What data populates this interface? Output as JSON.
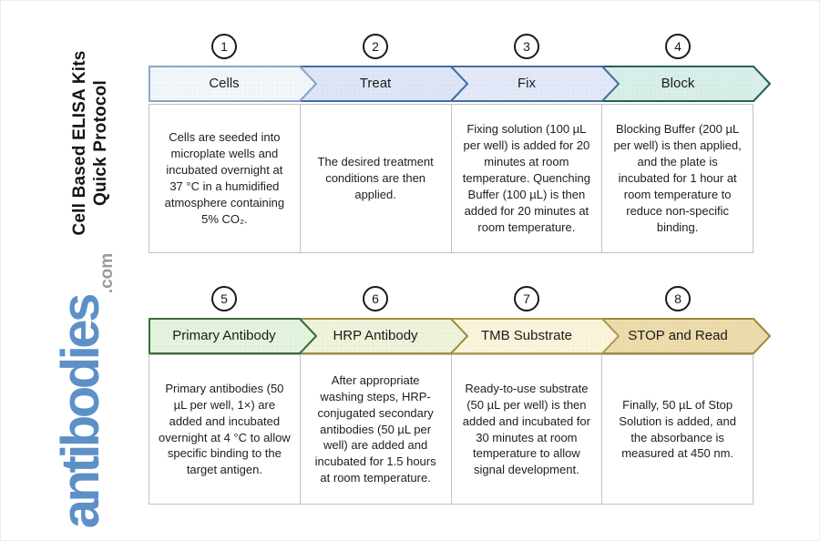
{
  "sidebar": {
    "title": {
      "line1": "Cell Based ELISA Kits",
      "line2": "Quick Protocol"
    },
    "logo": {
      "text": "antibodies",
      "suffix": ".com",
      "text_color": "#5d90c7",
      "suffix_color": "#9a9a9a"
    }
  },
  "palette": {
    "circle_border": "#1a1a1a",
    "box_border": "#c2c2c2",
    "body_text": "#1d1d1d"
  },
  "rows": [
    {
      "steps": [
        {
          "number": "1",
          "label": "Cells",
          "fill": "#f1f6fb",
          "stroke": "#8aa6c6",
          "description": "Cells are seeded into microplate wells and incubated overnight at 37 °C in a humidified atmosphere containing 5% CO₂."
        },
        {
          "number": "2",
          "label": "Treat",
          "fill": "#dde5f6",
          "stroke": "#3f6da3",
          "description": "The desired treatment conditions are then applied."
        },
        {
          "number": "3",
          "label": "Fix",
          "fill": "#e2e8f8",
          "stroke": "#486f9e",
          "description": "Fixing solution (100 µL per well) is added for 20 minutes at room temperature. Quenching Buffer (100 µL) is then added for 20 minutes at room temperature."
        },
        {
          "number": "4",
          "label": "Block",
          "fill": "#d7efe8",
          "stroke": "#265f5b",
          "description": "Blocking Buffer (200 µL per well) is then applied, and the plate is incubated for 1 hour at room temperature to reduce non-specific binding."
        }
      ]
    },
    {
      "steps": [
        {
          "number": "5",
          "label": "Primary Antibody",
          "fill": "#e4f3e0",
          "stroke": "#3a6b3a",
          "description": "Primary antibodies (50 µL per well, 1×) are added and incubated overnight at 4 °C to allow specific binding to the target antigen."
        },
        {
          "number": "6",
          "label": "HRP Antibody",
          "fill": "#eef3da",
          "stroke": "#9c8d45",
          "description": "After appropriate washing steps, HRP-conjugated secondary antibodies (50 µL per well) are added and incubated for 1.5 hours at room temperature."
        },
        {
          "number": "7",
          "label": "TMB Substrate",
          "fill": "#faf5da",
          "stroke": "#b3984f",
          "description": "Ready-to-use substrate (50 µL per well) is then added and incubated for 30 minutes at room temperature to allow signal development."
        },
        {
          "number": "8",
          "label": "STOP and Read",
          "fill": "#ecdcab",
          "stroke": "#a1873f",
          "description": "Finally, 50 µL of Stop Solution is added, and the absorbance is measured at 450 nm."
        }
      ]
    }
  ]
}
